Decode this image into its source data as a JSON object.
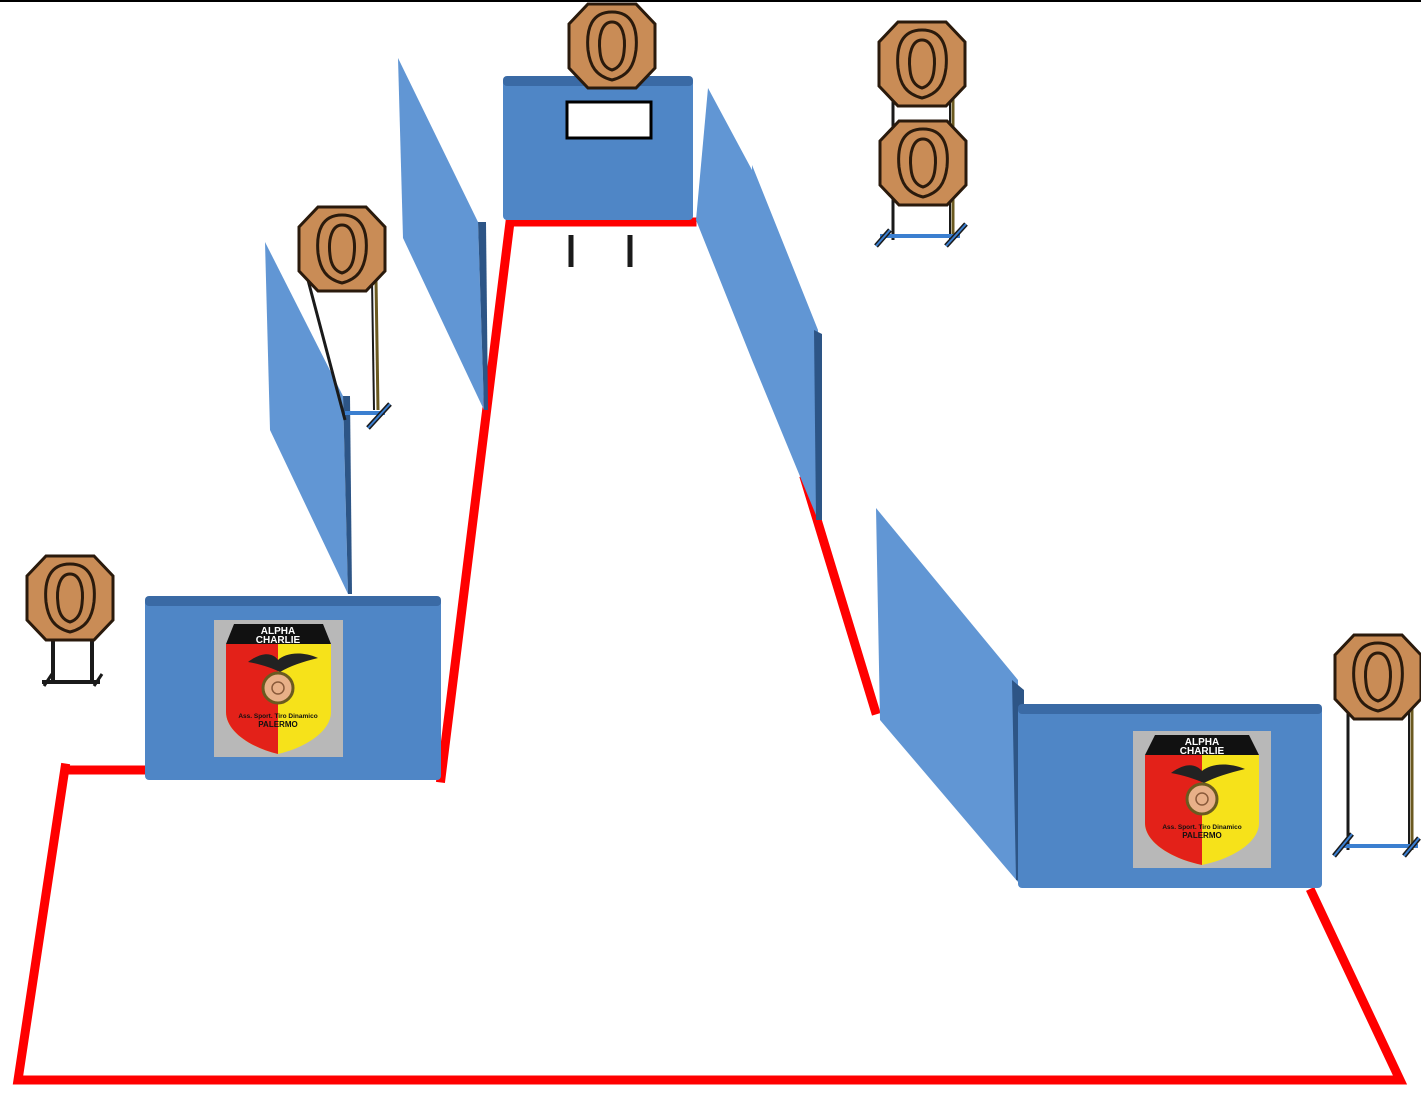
{
  "colors": {
    "boundary": "#ff0000",
    "barricade_front": "#4f86c6",
    "barricade_top": "#3a6aa5",
    "wall_panel": "#6196d4",
    "wall_panel_edge": "#2d5586",
    "target_fill": "#c98c56",
    "target_outline": "#2a1a0c",
    "stand_dark": "#1a1a1a",
    "stand_blue": "#3b7fd0",
    "logo_red": "#e32119",
    "logo_yellow": "#f6e21a",
    "logo_gray": "#b8b8b8"
  },
  "logos": [
    {
      "line1": "ALPHA",
      "line2": "CHARLIE",
      "line3": "Ass. Sport. Tiro Dinamico",
      "line4": "PALERMO"
    },
    {
      "line1": "ALPHA",
      "line2": "CHARLIE",
      "line3": "Ass. Sport. Tiro Dinamico",
      "line4": "PALERMO"
    }
  ],
  "elements": {
    "targets": [
      "paper-target",
      "paper-target",
      "paper-target",
      "paper-target",
      "paper-target",
      "paper-target"
    ],
    "barricades": [
      "left-barricade",
      "center-barricade",
      "right-barricade"
    ],
    "walls": [
      "wall-panel",
      "wall-panel",
      "wall-panel",
      "wall-panel",
      "wall-panel"
    ]
  }
}
